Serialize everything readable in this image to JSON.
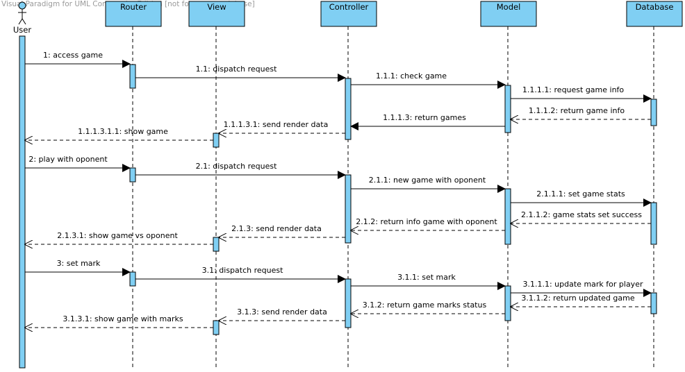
{
  "watermark": "Visual Paradigm for UML Community Edition [not for commercial use]",
  "colors": {
    "box_fill": "#80CFF3",
    "stroke": "#000000",
    "text": "#000000"
  },
  "actor": {
    "name": "User"
  },
  "participants": [
    {
      "id": "router",
      "label": "Router"
    },
    {
      "id": "view",
      "label": "View"
    },
    {
      "id": "controller",
      "label": "Controller"
    },
    {
      "id": "model",
      "label": "Model"
    },
    {
      "id": "database",
      "label": "Database"
    }
  ],
  "messages": [
    {
      "label": "1: access game",
      "from": "user",
      "to": "router",
      "kind": "call"
    },
    {
      "label": "1.1: dispatch request",
      "from": "router",
      "to": "controller",
      "kind": "call"
    },
    {
      "label": "1.1.1: check game",
      "from": "controller",
      "to": "model",
      "kind": "call"
    },
    {
      "label": "1.1.1.1: request game info",
      "from": "model",
      "to": "database",
      "kind": "call"
    },
    {
      "label": "1.1.1.2: return game info",
      "from": "database",
      "to": "model",
      "kind": "return"
    },
    {
      "label": "1.1.1.3: return games",
      "from": "model",
      "to": "controller",
      "kind": "call"
    },
    {
      "label": "1.1.1.3.1: send render data",
      "from": "controller",
      "to": "view",
      "kind": "return"
    },
    {
      "label": "1.1.1.3.1.1: show game",
      "from": "view",
      "to": "user",
      "kind": "return"
    },
    {
      "label": "2: play with oponent",
      "from": "user",
      "to": "router",
      "kind": "call"
    },
    {
      "label": "2.1: dispatch request",
      "from": "router",
      "to": "controller",
      "kind": "call"
    },
    {
      "label": "2.1.1: new game with oponent",
      "from": "controller",
      "to": "model",
      "kind": "call"
    },
    {
      "label": "2.1.1.1: set game stats",
      "from": "model",
      "to": "database",
      "kind": "call"
    },
    {
      "label": "2.1.1.2: game stats set success",
      "from": "database",
      "to": "model",
      "kind": "return"
    },
    {
      "label": "2.1.2: return info game with oponent",
      "from": "model",
      "to": "controller",
      "kind": "return"
    },
    {
      "label": "2.1.3: send render data",
      "from": "controller",
      "to": "view",
      "kind": "return"
    },
    {
      "label": "2.1.3.1: show game vs oponent",
      "from": "view",
      "to": "user",
      "kind": "return"
    },
    {
      "label": "3: set mark",
      "from": "user",
      "to": "router",
      "kind": "call"
    },
    {
      "label": "3.1: dispatch request",
      "from": "router",
      "to": "controller",
      "kind": "call"
    },
    {
      "label": "3.1.1: set mark",
      "from": "controller",
      "to": "model",
      "kind": "call"
    },
    {
      "label": "3.1.1.1: update mark for player",
      "from": "model",
      "to": "database",
      "kind": "call"
    },
    {
      "label": "3.1.1.2: return updated game",
      "from": "database",
      "to": "model",
      "kind": "return"
    },
    {
      "label": "3.1.2: return game marks status",
      "from": "model",
      "to": "controller",
      "kind": "return"
    },
    {
      "label": "3.1.3: send render data",
      "from": "controller",
      "to": "view",
      "kind": "return"
    },
    {
      "label": "3.1.3.1: show game with marks",
      "from": "view",
      "to": "user",
      "kind": "return"
    }
  ]
}
